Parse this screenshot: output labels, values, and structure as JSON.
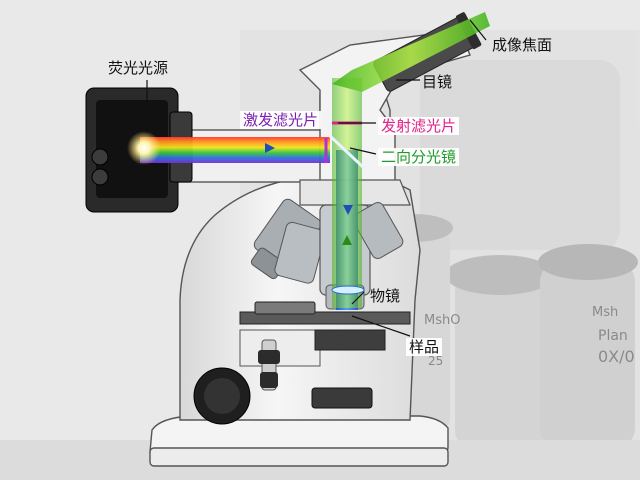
{
  "labels": {
    "light_source": "荧光光源",
    "imaging_focal_plane": "成像焦面",
    "eyepiece": "目镜",
    "excitation_filter": "激发滤光片",
    "emission_filter": "发射滤光片",
    "dichroic_mirror": "二向分光镜",
    "objective": "物镜",
    "sample": "样品"
  },
  "background_lens_text": [
    "MshO",
    "Msh",
    "Plan",
    "0X/0",
    "25"
  ],
  "colors": {
    "excitation_label": "#7a1fb0",
    "emission_label": "#e0218a",
    "dichroic_label": "#1e9b2a",
    "text_default": "#111111",
    "green_beam": "#5fd81f",
    "blue_beam": "#3a7bdc"
  }
}
